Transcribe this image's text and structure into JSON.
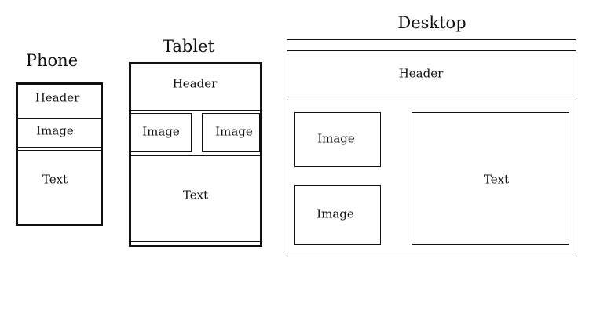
{
  "devices": {
    "phone": {
      "title": "Phone",
      "header": "Header",
      "image": "Image",
      "text": "Text"
    },
    "tablet": {
      "title": "Tablet",
      "header": "Header",
      "image_left": "Image",
      "image_right": "Image",
      "text": "Text"
    },
    "desktop": {
      "title": "Desktop",
      "header": "Header",
      "image_top": "Image",
      "image_bottom": "Image",
      "text": "Text"
    }
  }
}
